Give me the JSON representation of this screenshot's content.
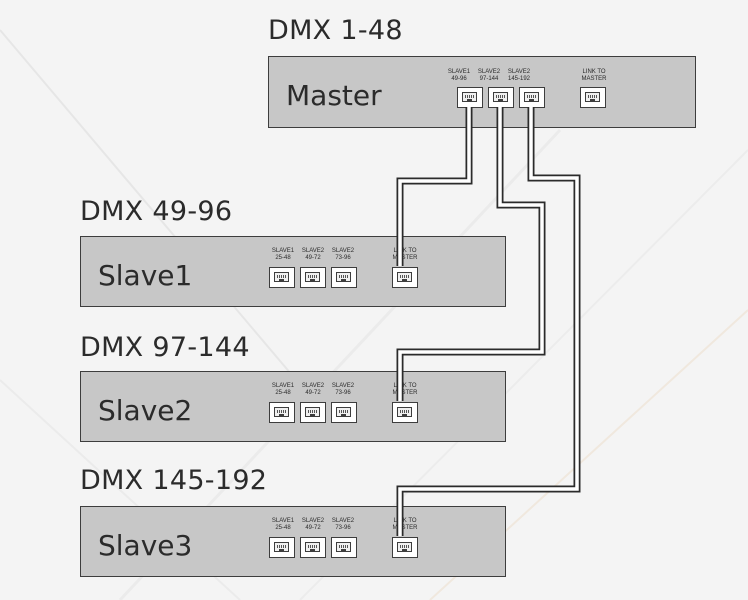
{
  "master": {
    "range": "DMX 1-48",
    "name": "Master",
    "ports": [
      {
        "l1": "SLAVE1",
        "l2": "49-96"
      },
      {
        "l1": "SLAVE2",
        "l2": "97-144"
      },
      {
        "l1": "SLAVE2",
        "l2": "145-192"
      },
      {
        "l1": "LINK TO",
        "l2": "MASTER"
      }
    ]
  },
  "slaves": [
    {
      "range": "DMX 49-96",
      "name": "Slave1",
      "ports": [
        {
          "l1": "SLAVE1",
          "l2": "25-48"
        },
        {
          "l1": "SLAVE2",
          "l2": "49-72"
        },
        {
          "l1": "SLAVE2",
          "l2": "73-96"
        },
        {
          "l1": "LINK TO",
          "l2": "MASTER"
        }
      ]
    },
    {
      "range": "DMX 97-144",
      "name": "Slave2",
      "ports": [
        {
          "l1": "SLAVE1",
          "l2": "25-48"
        },
        {
          "l1": "SLAVE2",
          "l2": "49-72"
        },
        {
          "l1": "SLAVE2",
          "l2": "73-96"
        },
        {
          "l1": "LINK TO",
          "l2": "MASTER"
        }
      ]
    },
    {
      "range": "DMX 145-192",
      "name": "Slave3",
      "ports": [
        {
          "l1": "SLAVE1",
          "l2": "25-48"
        },
        {
          "l1": "SLAVE2",
          "l2": "49-72"
        },
        {
          "l1": "SLAVE2",
          "l2": "73-96"
        },
        {
          "l1": "LINK TO",
          "l2": "MASTER"
        }
      ]
    }
  ]
}
